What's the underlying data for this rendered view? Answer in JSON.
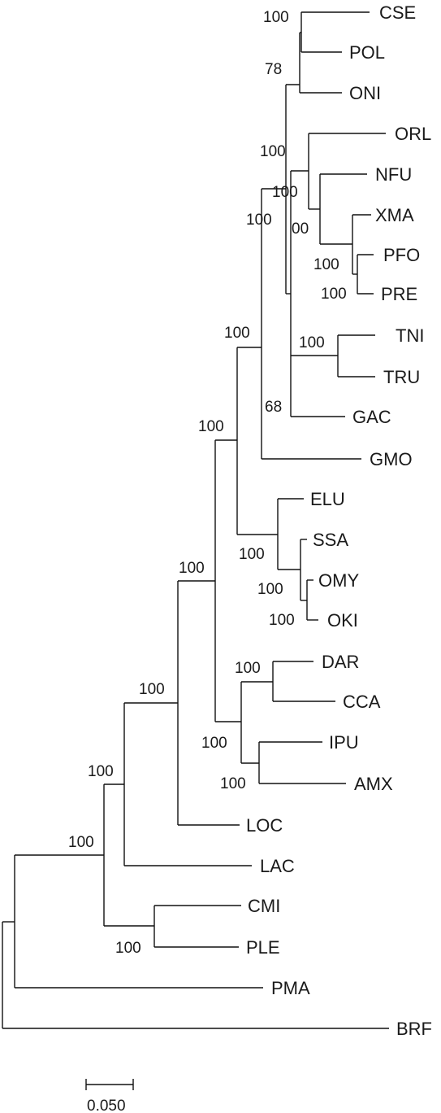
{
  "taxa": {
    "cse": "CSE",
    "pol": "POL",
    "oni": "ONI",
    "orl": "ORL",
    "nfu": "NFU",
    "xma": "XMA",
    "pfo": "PFO",
    "pre": "PRE",
    "tni": "TNI",
    "tru": "TRU",
    "gac": "GAC",
    "gmo": "GMO",
    "elu": "ELU",
    "ssa": "SSA",
    "omy": "OMY",
    "oki": "OKI",
    "dar": "DAR",
    "cca": "CCA",
    "ipu": "IPU",
    "amx": "AMX",
    "loc": "LOC",
    "lac": "LAC",
    "cmi": "CMI",
    "ple": "PLE",
    "pma": "PMA",
    "brf": "BRF"
  },
  "bootstrap": {
    "cse_pol": "100",
    "cse_pol_oni": "78",
    "orl_group": "100",
    "nfu_group": "100",
    "xma_group": "00",
    "pfo_pre": "100",
    "pre": "100",
    "neoteleost": "100",
    "tni_tru": "100",
    "gac": "68",
    "acanth_elu": "100",
    "salmon": "100",
    "salmon_inner": "100",
    "omy_oki": "100",
    "teleost": "100",
    "dar_cca": "100",
    "ostariophysi": "100",
    "ipu_amx": "100",
    "neopterygii": "100",
    "actinopterygii": "100",
    "osteichthyes": "100",
    "cmi_ple": "100"
  },
  "colors": {
    "branch": "#111111",
    "text": "#1a1a1a"
  },
  "scale_bar": {
    "label": "0.050",
    "length": 0.05
  }
}
